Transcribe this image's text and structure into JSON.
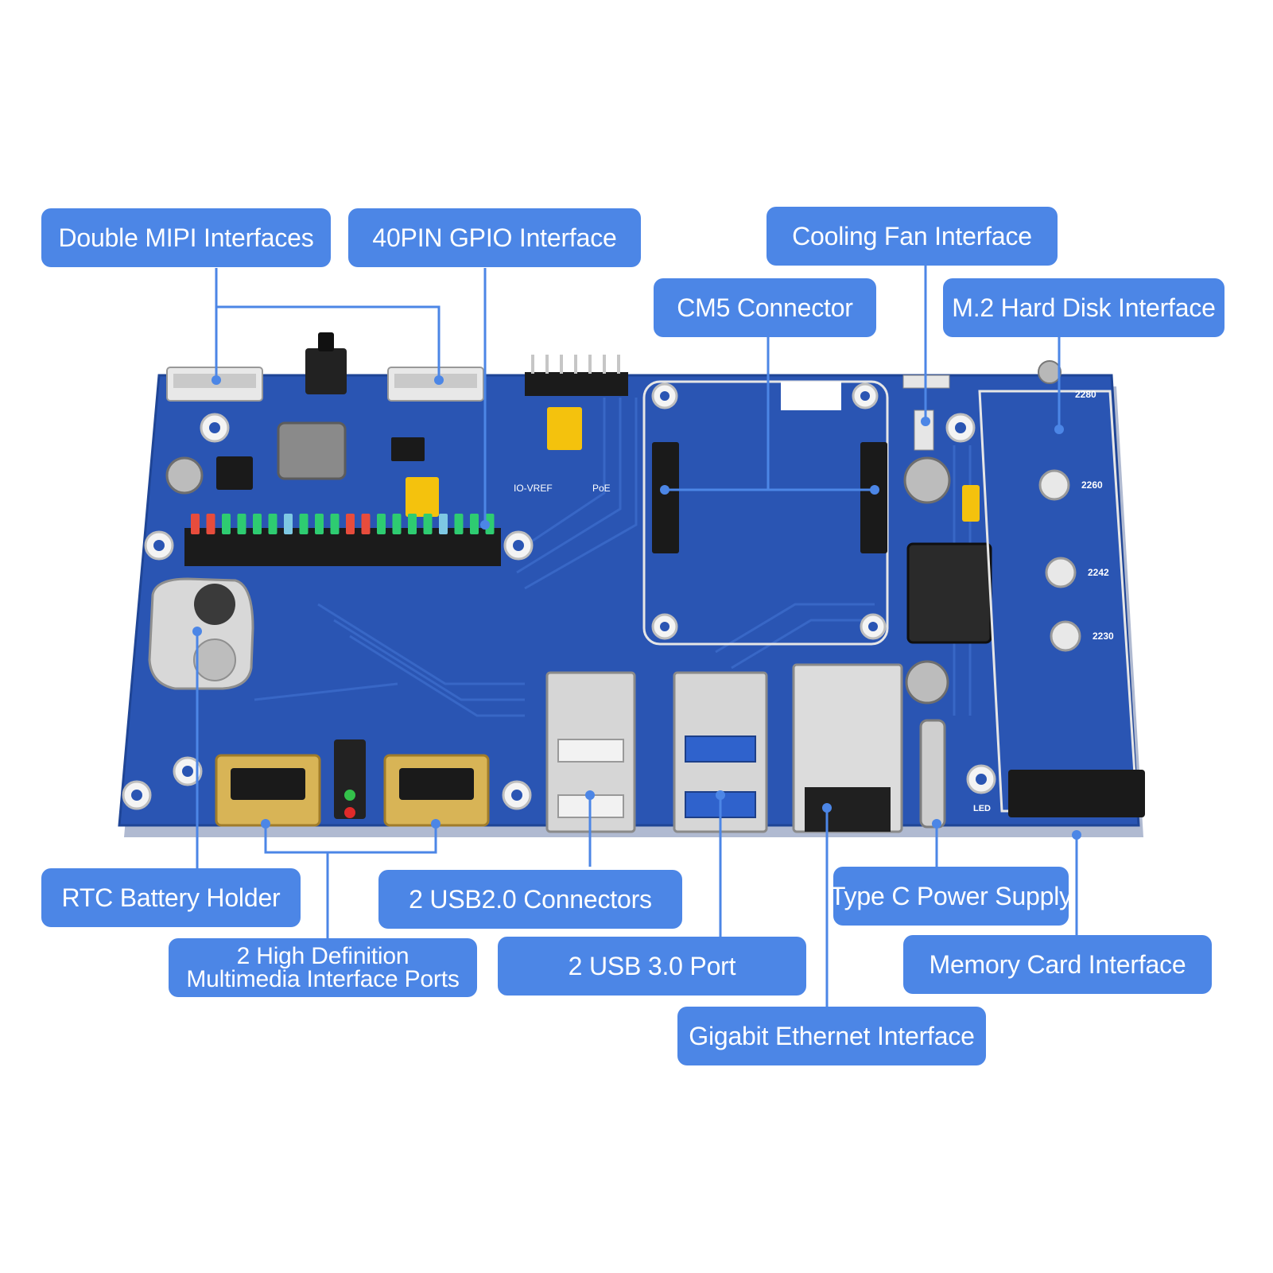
{
  "colors": {
    "label_fill": "#4c86e6",
    "label_text": "#ffffff",
    "leader_line": "#4c86e6",
    "board": "#2a55b3"
  },
  "labels": {
    "double_mipi": "Double MIPI Interfaces",
    "gpio_40pin": "40PIN GPIO Interface",
    "cooling_fan": "Cooling Fan Interface",
    "cm5_connector": "CM5 Connector",
    "m2_disk": "M.2 Hard Disk Interface",
    "rtc_battery": "RTC Battery Holder",
    "usb2": "2 USB2.0 Connectors",
    "type_c": "Type C Power Supply",
    "hdmi_line1": "2 High Definition",
    "hdmi_line2": "Multimedia Interface Ports",
    "usb3": "2 USB 3.0 Port",
    "memory_card": "Memory Card Interface",
    "ethernet": "Gigabit Ethernet Interface"
  },
  "board_markings": {
    "m2_sizes": [
      "2280",
      "2260",
      "2242",
      "2230"
    ],
    "io_vref": "IO-VREF",
    "poe": "PoE",
    "led": "LED"
  }
}
